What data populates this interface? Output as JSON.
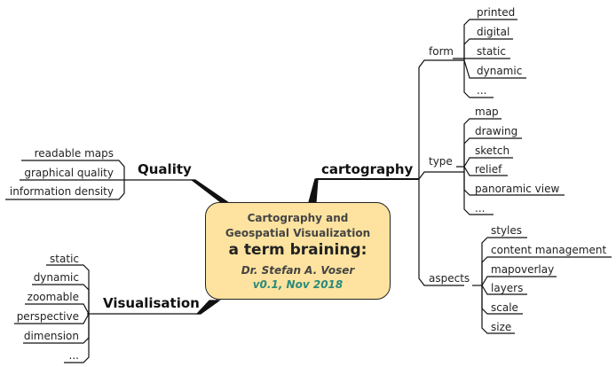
{
  "center": {
    "line1": "Cartography and",
    "line2": "Geospatial Visualization",
    "title": "a term braining:",
    "author": "Dr. Stefan A. Voser",
    "version": "v0.1, Nov 2018",
    "fill_color": "#fde39f",
    "version_color": "#2a8a7a"
  },
  "branches": {
    "cartography": {
      "label": "cartography",
      "children": {
        "form": {
          "label": "form",
          "items": [
            "printed",
            "digital",
            "static",
            "dynamic",
            "..."
          ]
        },
        "type": {
          "label": "type",
          "items": [
            "map",
            "drawing",
            "sketch",
            "relief",
            "panoramic view",
            "..."
          ]
        },
        "aspects": {
          "label": "aspects",
          "items": [
            "styles",
            "content management",
            "mapoverlay",
            "layers",
            "scale",
            "size"
          ]
        }
      }
    },
    "quality": {
      "label": "Quality",
      "items": [
        "readable maps",
        "graphical quality",
        "information density"
      ]
    },
    "visualisation": {
      "label": "Visualisation",
      "items": [
        "static",
        "dynamic",
        "zoomable",
        "perspective",
        "dimension",
        "..."
      ]
    }
  }
}
